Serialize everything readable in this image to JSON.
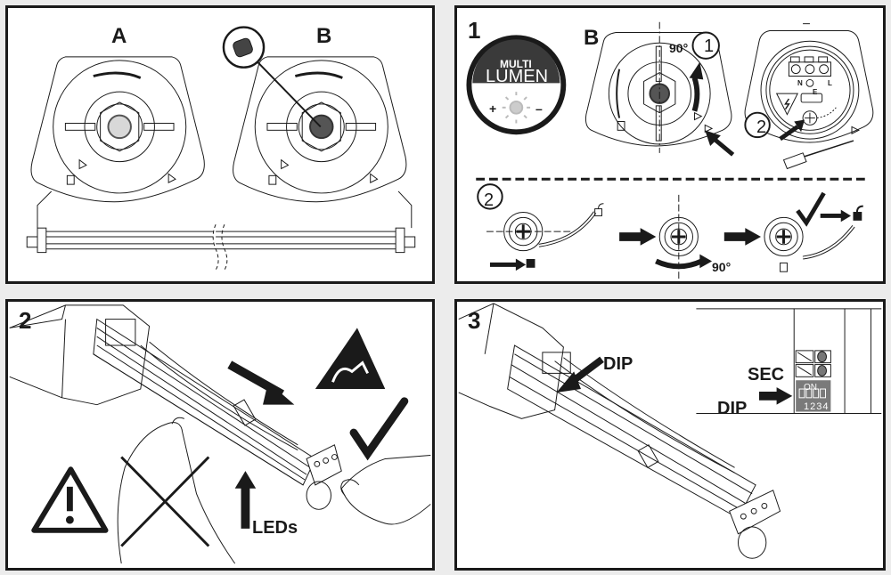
{
  "panels": {
    "top_left": {
      "label_a": "A",
      "label_b": "B"
    },
    "top_right": {
      "step": "1",
      "label_b": "B",
      "badge": {
        "line1": "MULTI",
        "line2": "LUMEN",
        "plus": "+",
        "minus": "–"
      },
      "callout_1": "1",
      "callout_2": "2",
      "angle": "90°",
      "terminals": [
        "N",
        "E",
        "L"
      ],
      "sub_step": "2",
      "rotate_angle": "90°"
    },
    "bottom_left": {
      "step": "2",
      "leds_label": "LEDs"
    },
    "bottom_right": {
      "step": "3",
      "dip_label": "DIP",
      "sec_label": "SEC",
      "dip_inset_label": "DIP",
      "dip_on": "ON",
      "dip_numbers": "1234"
    }
  },
  "colors": {
    "ink": "#1a1a1a",
    "badge_dark": "#3a3a3a",
    "dip_switch": "#7a7a7a",
    "knob_a": "#d8d8d8",
    "knob_b": "#555555",
    "background": "#ececec"
  }
}
